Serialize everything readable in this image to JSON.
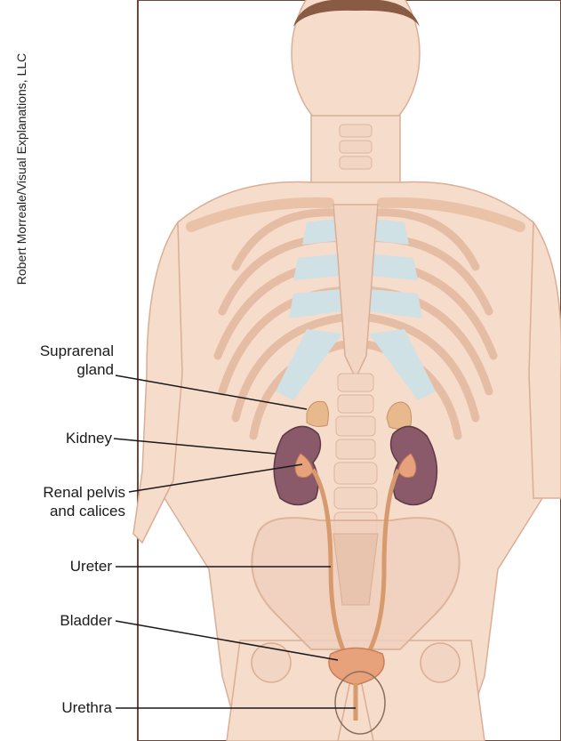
{
  "credit": "Robert Morreale/Visual Explanations, LLC",
  "labels": {
    "suprarenal": [
      "Suprarenal",
      "gland"
    ],
    "kidney": "Kidney",
    "renal": [
      "Renal pelvis",
      "and calices"
    ],
    "ureter": "Ureter",
    "bladder": "Bladder",
    "urethra": "Urethra"
  },
  "colors": {
    "skin": "#f6dccb",
    "skin_shade": "#e9c2a8",
    "cartilage": "#cfe1e4",
    "bone": "#f3d5c3",
    "kidney": "#8a5a6a",
    "kidney_light": "#a97785",
    "adrenal": "#e9b98e",
    "ureter": "#d79a6c",
    "bladder": "#e7a27c"
  }
}
